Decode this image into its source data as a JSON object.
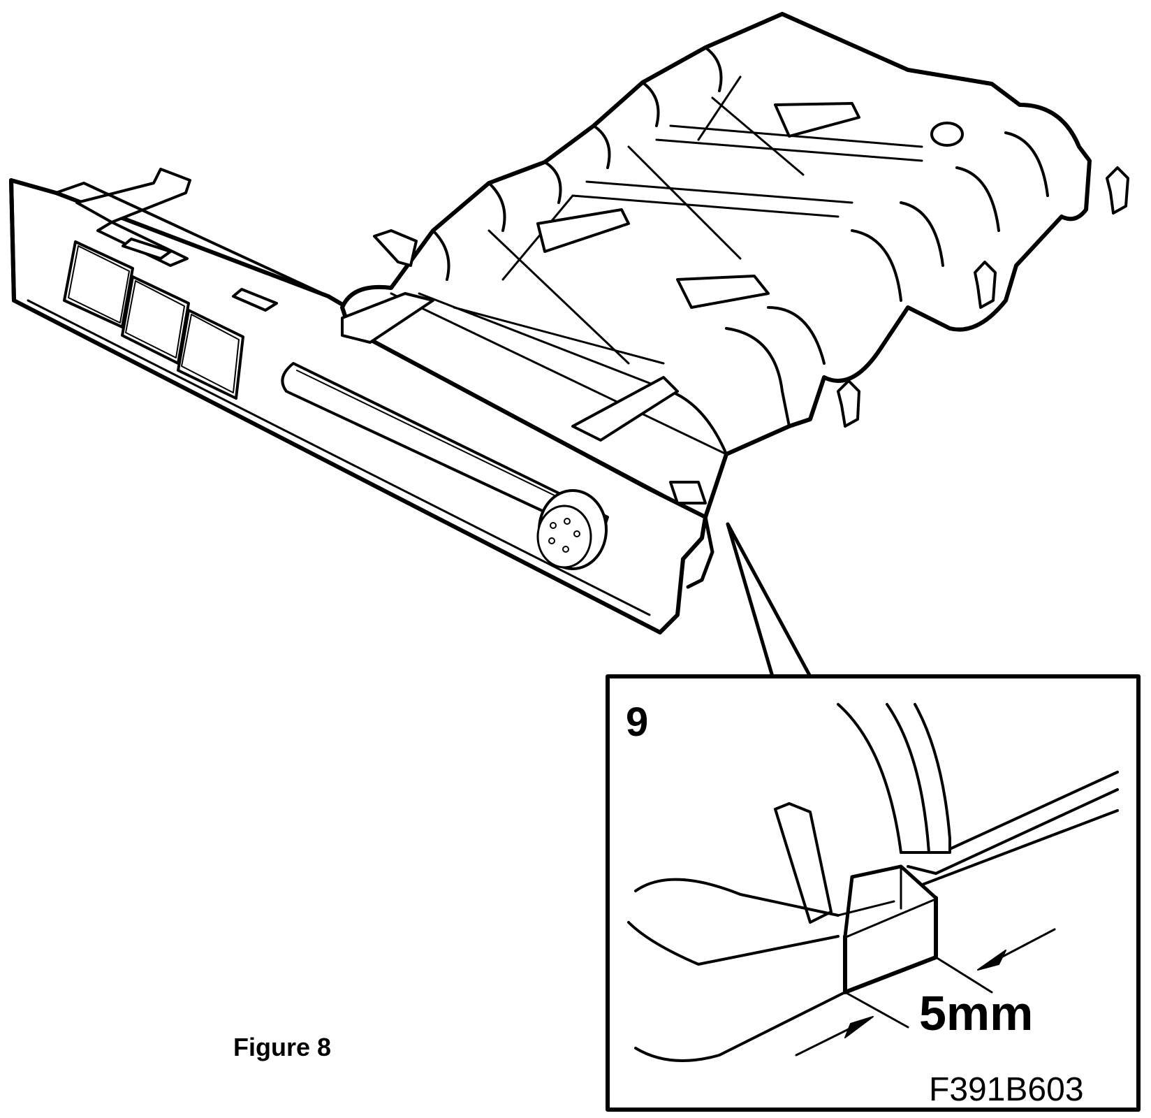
{
  "figure": {
    "caption": "Figure 8",
    "detail_number": "9",
    "dimension_label": "5mm",
    "drawing_code": "F391B603"
  },
  "style": {
    "line_color": "#000000",
    "background": "#ffffff"
  }
}
